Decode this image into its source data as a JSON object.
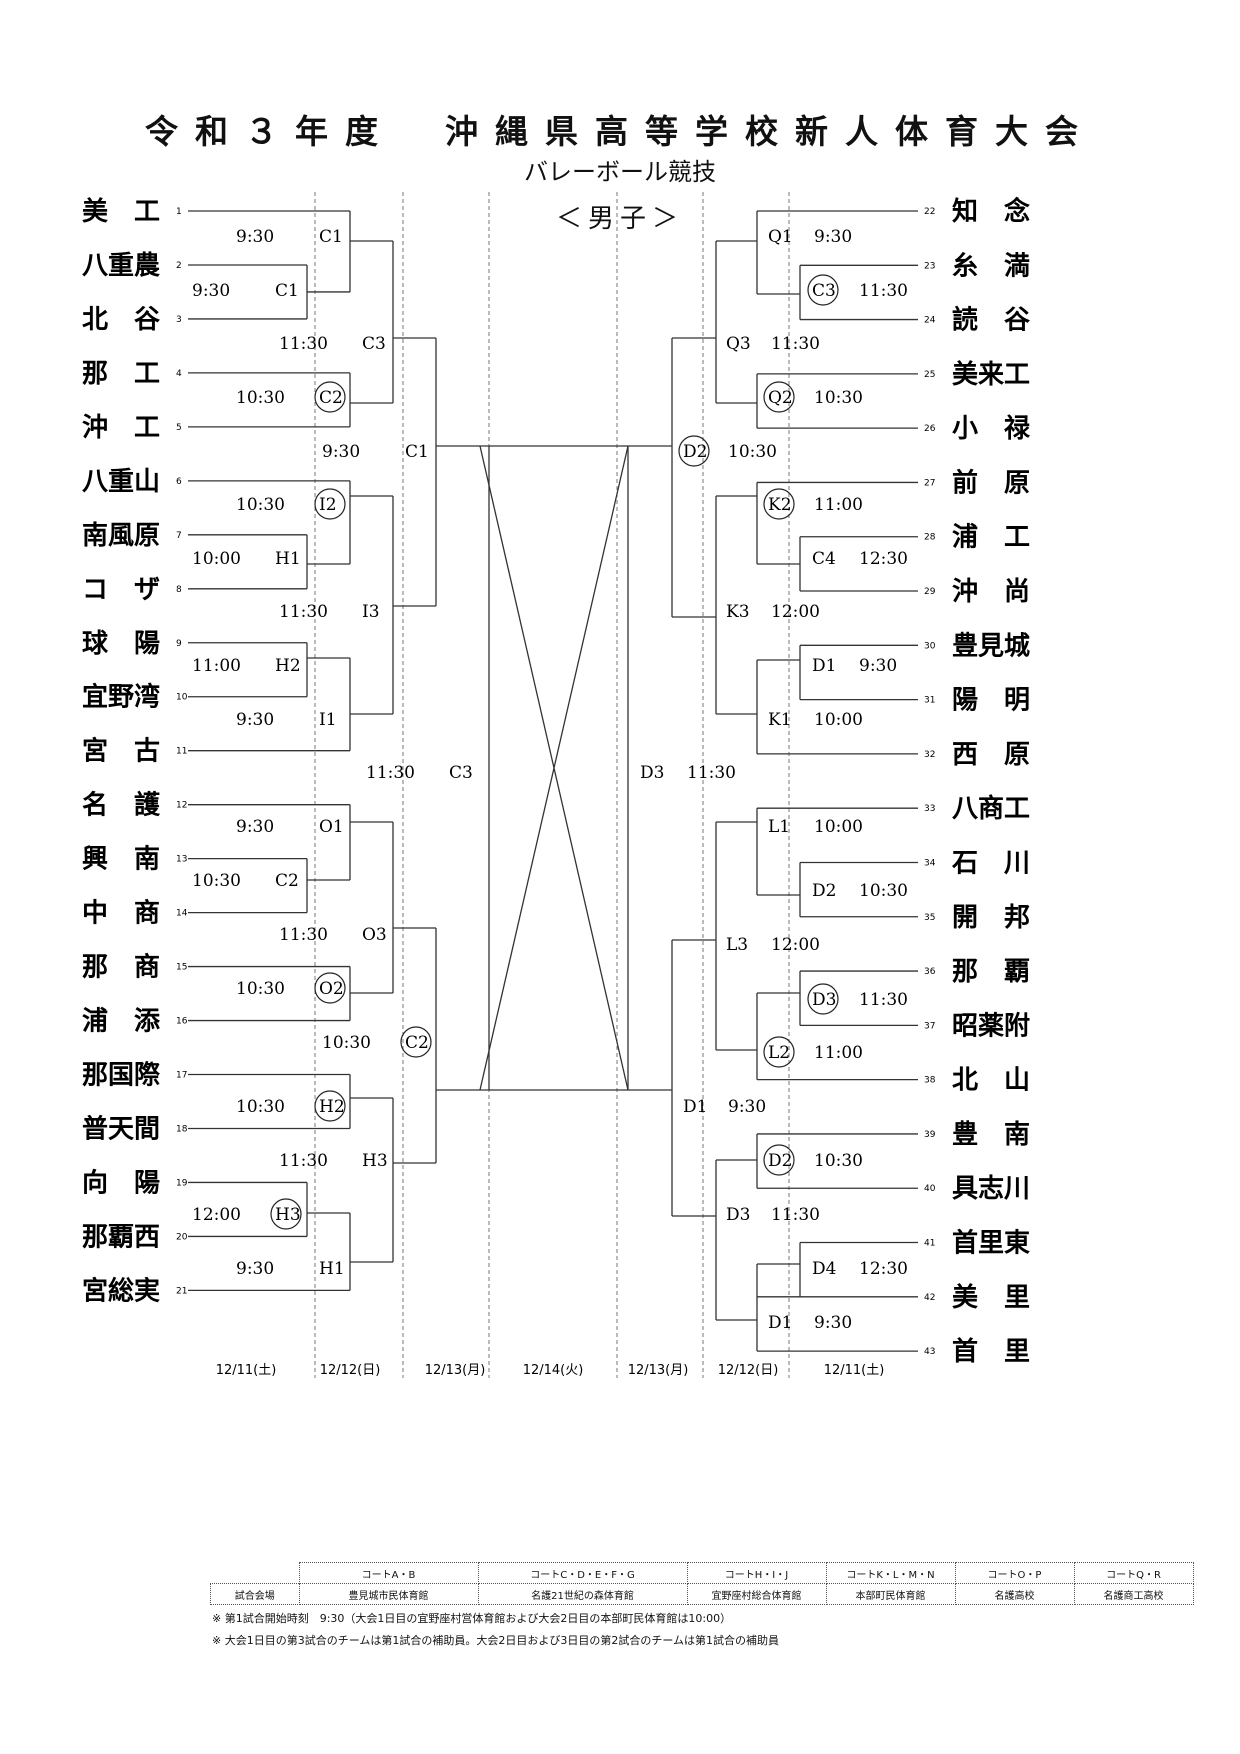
{
  "title": "令和３年度　沖縄県高等学校新人体育大会",
  "subtitle": "バレーボール競技",
  "gender": "＜男子＞",
  "left_teams": [
    "美工",
    "八重農",
    "北谷",
    "那工",
    "沖工",
    "八重山",
    "南風原",
    "コザ",
    "球陽",
    "宜野湾",
    "宮古",
    "名護",
    "興南",
    "中商",
    "那商",
    "浦添",
    "那国際",
    "普天間",
    "向陽",
    "那覇西",
    "宮総実"
  ],
  "right_teams": [
    "知念",
    "糸満",
    "読谷",
    "美来工",
    "小禄",
    "前原",
    "浦工",
    "沖尚",
    "豊見城",
    "陽明",
    "西原",
    "八商工",
    "石川",
    "開邦",
    "那覇",
    "昭薬附",
    "北山",
    "豊南",
    "具志川",
    "首里東",
    "美里",
    "首里"
  ],
  "left_matches": [
    {
      "time": "9:30",
      "court": "C1",
      "circled": false
    },
    {
      "time": "9:30",
      "court": "C1",
      "circled": false
    },
    {
      "time": "11:30",
      "court": "C3",
      "circled": false
    },
    {
      "time": "10:30",
      "court": "C2",
      "circled": true
    },
    {
      "time": "9:30",
      "court": "C1",
      "circled": false
    },
    {
      "time": "10:30",
      "court": "I2",
      "circled": true
    },
    {
      "time": "10:00",
      "court": "H1",
      "circled": false
    },
    {
      "time": "11:30",
      "court": "I3",
      "circled": false
    },
    {
      "time": "11:00",
      "court": "H2",
      "circled": false
    },
    {
      "time": "9:30",
      "court": "I1",
      "circled": false
    },
    {
      "time": "11:30",
      "court": "C3",
      "circled": false
    },
    {
      "time": "9:30",
      "court": "O1",
      "circled": false
    },
    {
      "time": "10:30",
      "court": "C2",
      "circled": false
    },
    {
      "time": "11:30",
      "court": "O3",
      "circled": false
    },
    {
      "time": "10:30",
      "court": "O2",
      "circled": true
    },
    {
      "time": "10:30",
      "court": "C2",
      "circled": true
    },
    {
      "time": "10:30",
      "court": "H2",
      "circled": true
    },
    {
      "time": "11:30",
      "court": "H3",
      "circled": false
    },
    {
      "time": "12:00",
      "court": "H3",
      "circled": true
    },
    {
      "time": "9:30",
      "court": "H1",
      "circled": false
    }
  ],
  "right_matches": [
    {
      "time": "9:30",
      "court": "Q1",
      "circled": false
    },
    {
      "time": "11:30",
      "court": "C3",
      "circled": true
    },
    {
      "time": "11:30",
      "court": "Q3",
      "circled": false
    },
    {
      "time": "10:30",
      "court": "Q2",
      "circled": true
    },
    {
      "time": "10:30",
      "court": "D2",
      "circled": true
    },
    {
      "time": "11:00",
      "court": "K2",
      "circled": true
    },
    {
      "time": "12:30",
      "court": "C4",
      "circled": false
    },
    {
      "time": "12:00",
      "court": "K3",
      "circled": false
    },
    {
      "time": "9:30",
      "court": "D1",
      "circled": false
    },
    {
      "time": "10:00",
      "court": "K1",
      "circled": false
    },
    {
      "time": "11:30",
      "court": "D3",
      "circled": false
    },
    {
      "time": "10:00",
      "court": "L1",
      "circled": false
    },
    {
      "time": "10:30",
      "court": "D2",
      "circled": false
    },
    {
      "time": "12:00",
      "court": "L3",
      "circled": false
    },
    {
      "time": "11:30",
      "court": "D3",
      "circled": true
    },
    {
      "time": "11:00",
      "court": "L2",
      "circled": true
    },
    {
      "time": "9:30",
      "court": "D1",
      "circled": false
    },
    {
      "time": "10:30",
      "court": "D2",
      "circled": true
    },
    {
      "time": "11:30",
      "court": "D3",
      "circled": false
    },
    {
      "time": "12:30",
      "court": "D4",
      "circled": false
    },
    {
      "time": "9:30",
      "court": "D1",
      "circled": false
    }
  ],
  "dates": [
    "12/11(土)",
    "12/12(日)",
    "12/13(月)",
    "12/14(火)",
    "12/13(月)",
    "12/12(日)",
    "12/11(土)"
  ],
  "venue": {
    "label": "試合会場",
    "courts": [
      "コートA・B",
      "コートC・D・E・F・G",
      "コートH・I・J",
      "コートK・L・M・N",
      "コートO・P",
      "コートQ・R"
    ],
    "halls": [
      "豊見城市民体育館",
      "名護21世紀の森体育館",
      "宜野座村総合体育館",
      "本部町民体育館",
      "名護高校",
      "名護商工高校"
    ]
  },
  "notes": [
    "※ 第1試合開始時刻　9:30（大会1日目の宜野座村営体育館および大会2日目の本部町民体育館は10:00）",
    "※ 大会1日目の第3試合のチームは第1試合の補助員。大会2日目および3日目の第2試合のチームは第1試合の補助員"
  ]
}
